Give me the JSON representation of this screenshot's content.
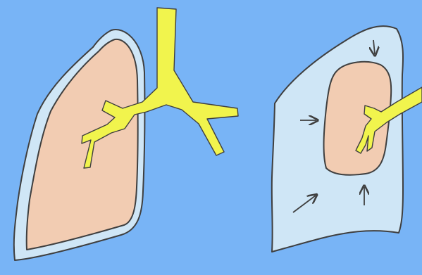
{
  "diagram": {
    "colors": {
      "background": "#78b4f6",
      "pleura": "#cfe6f6",
      "lung_tissue": "#f2ccb2",
      "airway": "#f1f44d",
      "outline": "#3f3f3f"
    },
    "panels": [
      {
        "id": "normal-lung",
        "state": "expanded",
        "arrows": 0
      },
      {
        "id": "collapsed-lung",
        "state": "collapsed",
        "arrows": 4
      }
    ]
  }
}
